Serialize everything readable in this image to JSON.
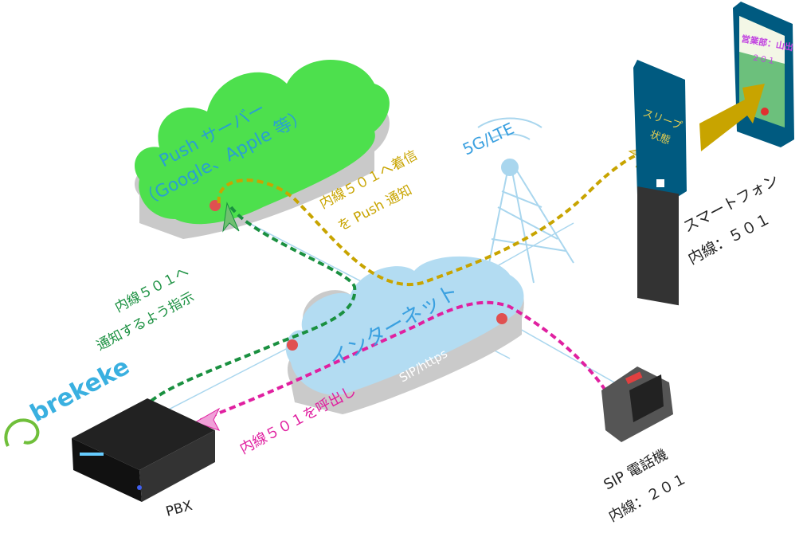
{
  "push_server": {
    "line1": "Push サーバー",
    "line2": "（Google、Apple 等）"
  },
  "push_notify": {
    "line1": "内線５０１へ着信",
    "line2": "を Push 通知"
  },
  "network_label": "5G/LTE",
  "instruct": {
    "line1": "内線５０１へ",
    "line2": "通知するよう指示"
  },
  "internet": {
    "label": "インターネット",
    "protocol": "SIP/https"
  },
  "call_label": "内線５０１を呼出し",
  "logo": "brekeke",
  "pbx_label": "PBX",
  "sip_phone": {
    "line1": "SIP 電話機",
    "line2": "内線：２０１"
  },
  "smartphone": {
    "line1": "スマートフォン",
    "line2": "内線：５０１",
    "sleep_text1": "スリープ",
    "sleep_text2": "状態",
    "caller_name": "営業部：山出",
    "caller_ext": "２０１"
  },
  "colors": {
    "push_cloud": "#4de04d",
    "internet_cloud": "#b3dcf2",
    "push_path": "#c8a400",
    "instruct_path": "#1a9040",
    "call_path": "#e020a0",
    "network_blue": "#3aa0e0",
    "phone_body": "#005a80"
  }
}
